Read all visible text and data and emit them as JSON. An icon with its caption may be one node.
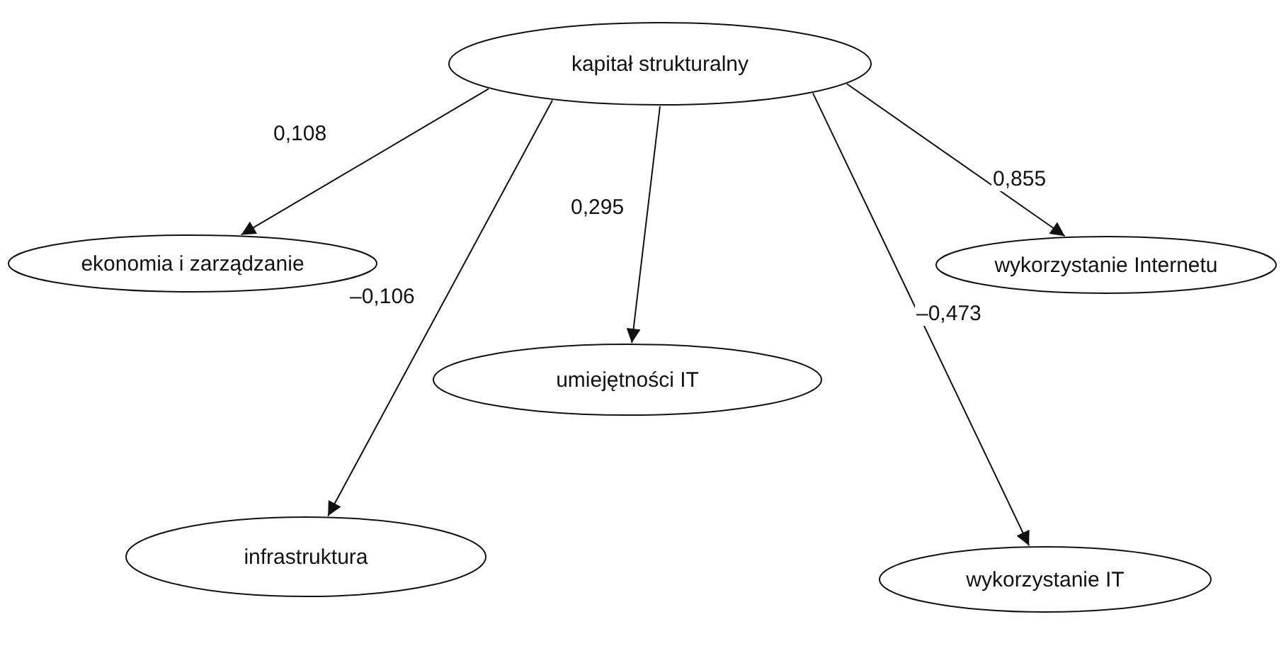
{
  "diagram": {
    "nodes": [
      {
        "text": [
          "kapitał strukturalny"
        ]
      },
      {
        "text": [
          "ekonomia i zarządzanie"
        ]
      },
      {
        "text": [
          "wykorzystanie Internetu"
        ]
      },
      {
        "text": [
          "umiejętności IT"
        ]
      },
      {
        "text": [
          "infrastruktura"
        ]
      },
      {
        "text": [
          "wykorzystanie IT"
        ]
      }
    ],
    "edges": [
      {
        "from": 0,
        "to": 1,
        "arrow": "to",
        "label": "0,108"
      },
      {
        "from": 0,
        "to": 4,
        "arrow": "to",
        "label": "–0,106"
      },
      {
        "from": 0,
        "to": 3,
        "arrow": "to",
        "label": "0,295"
      },
      {
        "from": 0,
        "to": 5,
        "arrow": "to",
        "label": "–0,473"
      },
      {
        "from": 0,
        "to": 2,
        "arrow": "to",
        "label": "0,855"
      }
    ]
  }
}
